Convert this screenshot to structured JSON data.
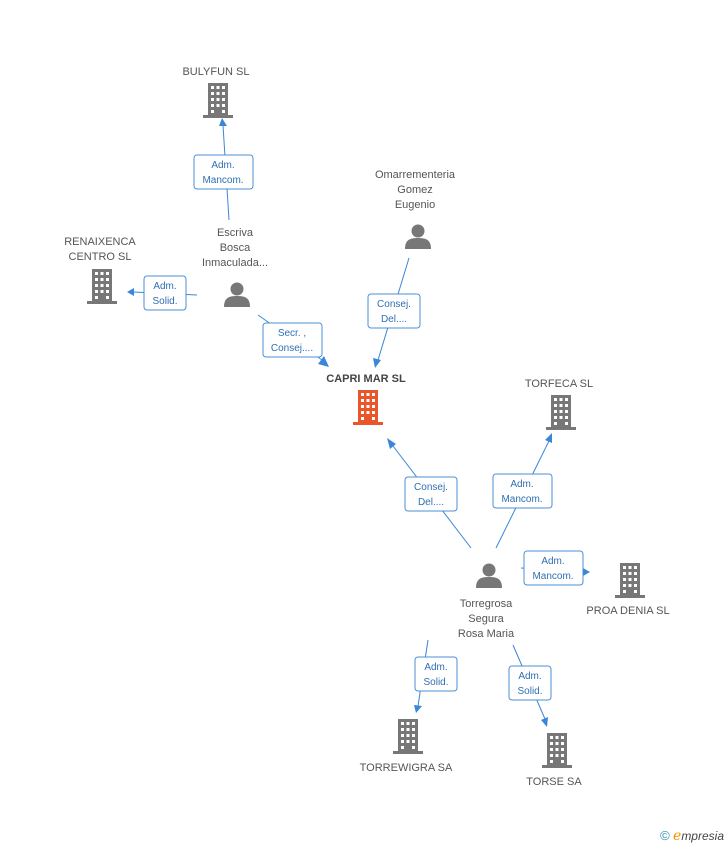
{
  "nodes": {
    "center": {
      "type": "company",
      "label": [
        "CAPRI MAR SL"
      ],
      "color": "#e8562a"
    },
    "bulyfun": {
      "type": "company",
      "label": [
        "BULYFUN SL"
      ],
      "color": "#777777"
    },
    "renaixenca": {
      "type": "company",
      "label": [
        "RENAIXENCA",
        "CENTRO SL"
      ],
      "color": "#777777"
    },
    "escriva": {
      "type": "person",
      "label": [
        "Escriva",
        "Bosca",
        "Inmaculada..."
      ],
      "color": "#777777"
    },
    "omarrementeria": {
      "type": "person",
      "label": [
        "Omarrementeria",
        "Gomez",
        "Eugenio"
      ],
      "color": "#777777"
    },
    "torfeca": {
      "type": "company",
      "label": [
        "TORFECA  SL"
      ],
      "color": "#777777"
    },
    "torregrosa": {
      "type": "person",
      "label": [
        "Torregrosa",
        "Segura",
        "Rosa Maria"
      ],
      "color": "#777777"
    },
    "proa": {
      "type": "company",
      "label": [
        "PROA DENIA  SL"
      ],
      "color": "#777777"
    },
    "torrewigra": {
      "type": "company",
      "label": [
        "TORREWIGRA SA"
      ],
      "color": "#777777"
    },
    "torse": {
      "type": "company",
      "label": [
        "TORSE SA"
      ],
      "color": "#777777"
    }
  },
  "edges": {
    "escriva_bulyfun": [
      "Adm.",
      "Mancom."
    ],
    "escriva_renaixenca": [
      "Adm.",
      "Solid."
    ],
    "escriva_center": [
      "Secr. ,",
      "Consej...."
    ],
    "omarrementeria_center": [
      "Consej.",
      "Del...."
    ],
    "torregrosa_center": [
      "Consej.",
      "Del...."
    ],
    "torregrosa_torfeca": [
      "Adm.",
      "Mancom."
    ],
    "torregrosa_proa": [
      "Adm.",
      "Mancom."
    ],
    "torregrosa_torrewigra": [
      "Adm.",
      "Solid."
    ],
    "torregrosa_torse": [
      "Adm.",
      "Solid."
    ]
  },
  "footer": {
    "copyright": "©",
    "brand_initial": "e",
    "brand_rest": "mpresia"
  },
  "icons": {
    "company": "building-icon",
    "person": "person-icon"
  }
}
